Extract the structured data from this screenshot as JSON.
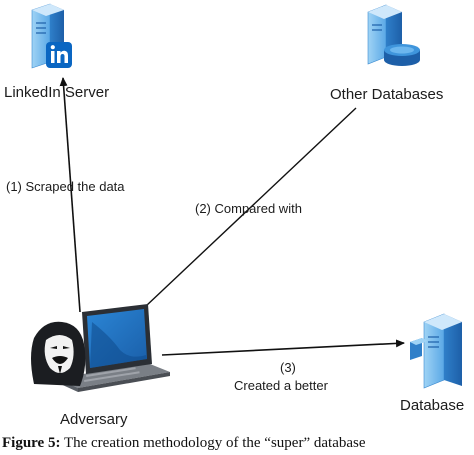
{
  "diagram": {
    "nodes": [
      {
        "id": "linkedin",
        "label": "LinkedIn Server",
        "icon": "linkedin-server-icon"
      },
      {
        "id": "other-db",
        "label": "Other Databases",
        "icon": "database-server-icon"
      },
      {
        "id": "adversary",
        "label": "Adversary",
        "icon": "laptop-hacker-icon"
      },
      {
        "id": "database",
        "label": "Database",
        "icon": "database-server-icon"
      }
    ],
    "edges": [
      {
        "from": "adversary",
        "to": "linkedin",
        "label": "(1) Scraped the data"
      },
      {
        "from": "adversary",
        "to": "other-db",
        "label": "(2) Compared with"
      },
      {
        "from": "adversary",
        "to": "database",
        "label_lines": [
          "(3)",
          "Created a better"
        ]
      }
    ]
  },
  "caption": {
    "prefix": "Figure 5:",
    "text": "The creation methodology of the “super” database"
  },
  "colors": {
    "server_blue": "#2a78c8",
    "server_light": "#8cc8f0",
    "linkedin_blue": "#0a66c2",
    "line": "#111111"
  }
}
